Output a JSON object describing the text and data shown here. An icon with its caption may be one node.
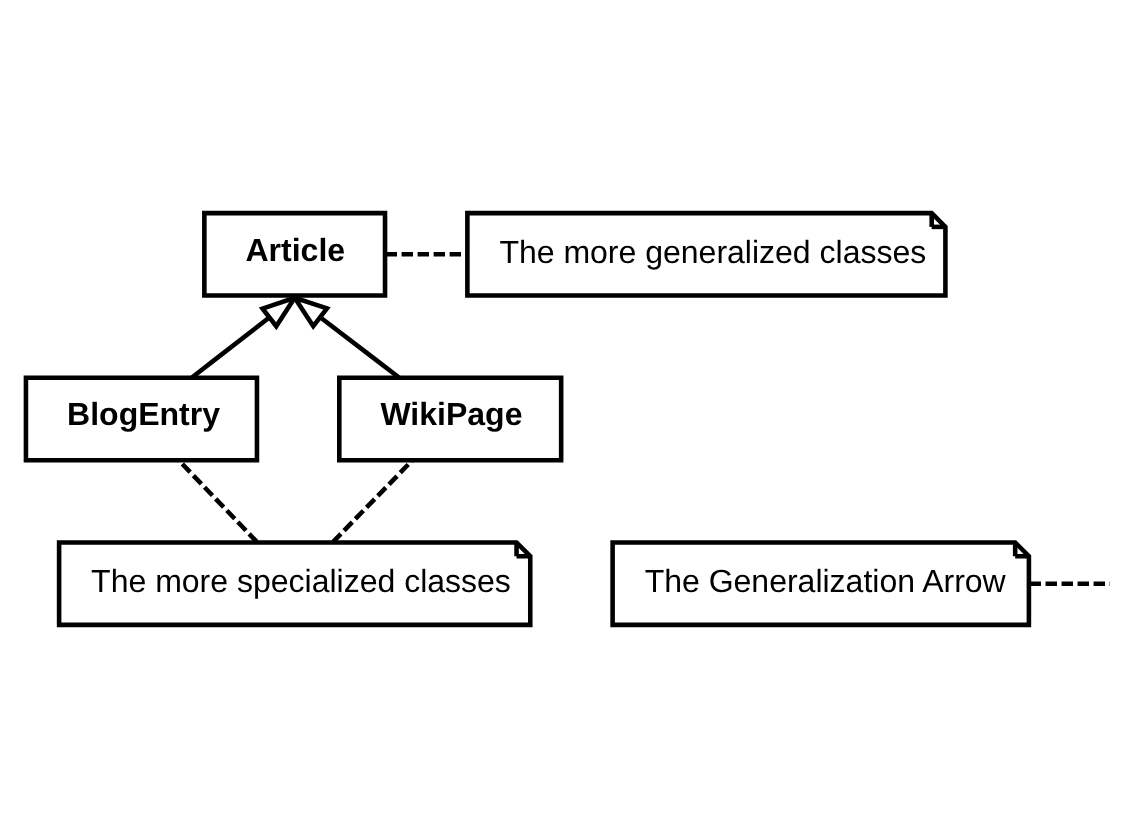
{
  "diagram": {
    "nodes": [
      {
        "text": [
          "Article"
        ]
      },
      {
        "text": [
          "The more generalized classes"
        ]
      },
      {
        "text": [
          "The Generalization Arrow"
        ]
      },
      {
        "text": [
          "BlogEntry"
        ]
      },
      {
        "text": [
          "WikiPage"
        ]
      },
      {
        "text": [
          "The more specialized classes"
        ]
      }
    ],
    "edges": [
      {
        "from": 3,
        "to": 0,
        "arrow": "to"
      },
      {
        "from": 4,
        "to": 0,
        "arrow": "to"
      },
      {
        "from": 0,
        "to": 1,
        "arrow": "none",
        "style": "dashed"
      },
      {
        "from": 2,
        "to": null,
        "arrow": "none",
        "style": "dashed"
      },
      {
        "from": 5,
        "to": 3,
        "arrow": "none",
        "style": "dashed"
      },
      {
        "from": 5,
        "to": 4,
        "arrow": "none",
        "style": "dashed"
      }
    ]
  }
}
